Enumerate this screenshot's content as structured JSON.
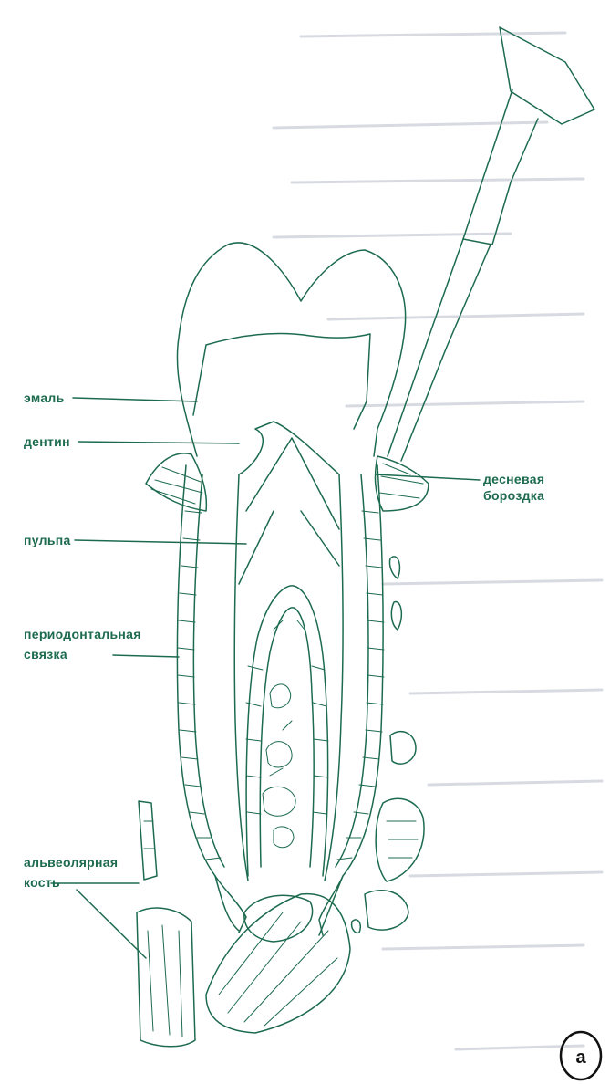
{
  "colors": {
    "line": "#1d6b4f",
    "ink": "#111111",
    "background": "#ffffff"
  },
  "labels": {
    "enamel": "эмаль",
    "dentin": "дентин",
    "gingival_sulcus_line1": "десневая",
    "gingival_sulcus_line2": "бороздка",
    "pulp": "пульпа",
    "periodontal_ligament_line1": "периодонтальная",
    "periodontal_ligament_line2": "связка",
    "alveolar_bone_line1": "альвеолярная",
    "alveolar_bone_line2": "кость"
  },
  "panel_letter": "a"
}
